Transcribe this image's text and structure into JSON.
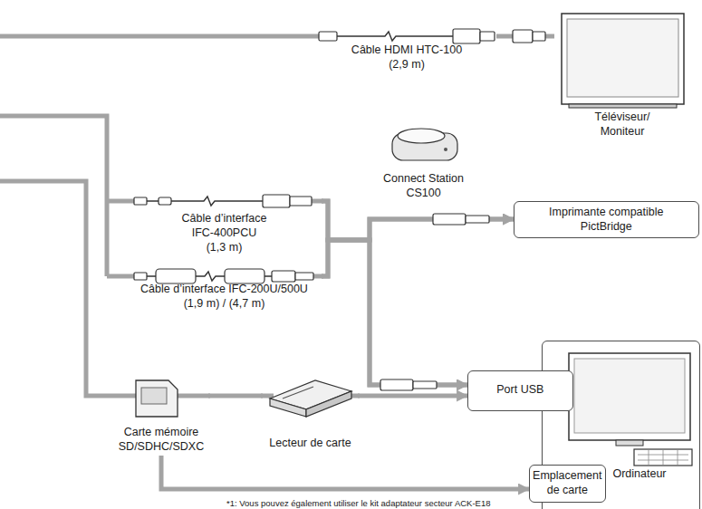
{
  "diagram": {
    "nodes": [
      {
        "text": [
          "Câble HDMI HTC-100",
          "(2,9 m)"
        ]
      },
      {
        "text": [
          "Téléviseur/ Moniteur"
        ]
      },
      {
        "text": [
          "Connect Station CS100"
        ]
      },
      {
        "text": [
          "Câble d’interface IFC-400PCU",
          "(1,3 m)"
        ]
      },
      {
        "text": [
          "Câble d’interface IFC-200U/500U",
          "(1,9 m) / (4,7 m)"
        ]
      },
      {
        "text": [
          "Imprimante compatible PictBridge"
        ]
      },
      {
        "text": [
          "Ordinateur"
        ]
      },
      {
        "text": [
          "Port USB"
        ],
        "in": 6
      },
      {
        "text": [
          "Emplacement de carte"
        ],
        "in": 6
      },
      {
        "text": [
          "Carte mémoire SD/SDHC/SDXC"
        ]
      },
      {
        "text": [
          "Lecteur de carte"
        ]
      }
    ],
    "edges": [
      {
        "from": 0,
        "to": 1,
        "arrow": "none"
      },
      {
        "from": 3,
        "to": 5,
        "arrow": "to"
      },
      {
        "from": 3,
        "to": 7,
        "arrow": "to"
      },
      {
        "from": 4,
        "to": 5,
        "arrow": "to"
      },
      {
        "from": 4,
        "to": 7,
        "arrow": "to"
      },
      {
        "from": 9,
        "to": 10,
        "arrow": "none"
      },
      {
        "from": 10,
        "to": 7,
        "arrow": "to"
      },
      {
        "from": 9,
        "to": 8,
        "arrow": "to"
      }
    ],
    "labels": [
      "*1: Vous pouvez également utiliser le kit adaptateur secteur ACK-E18"
    ]
  }
}
